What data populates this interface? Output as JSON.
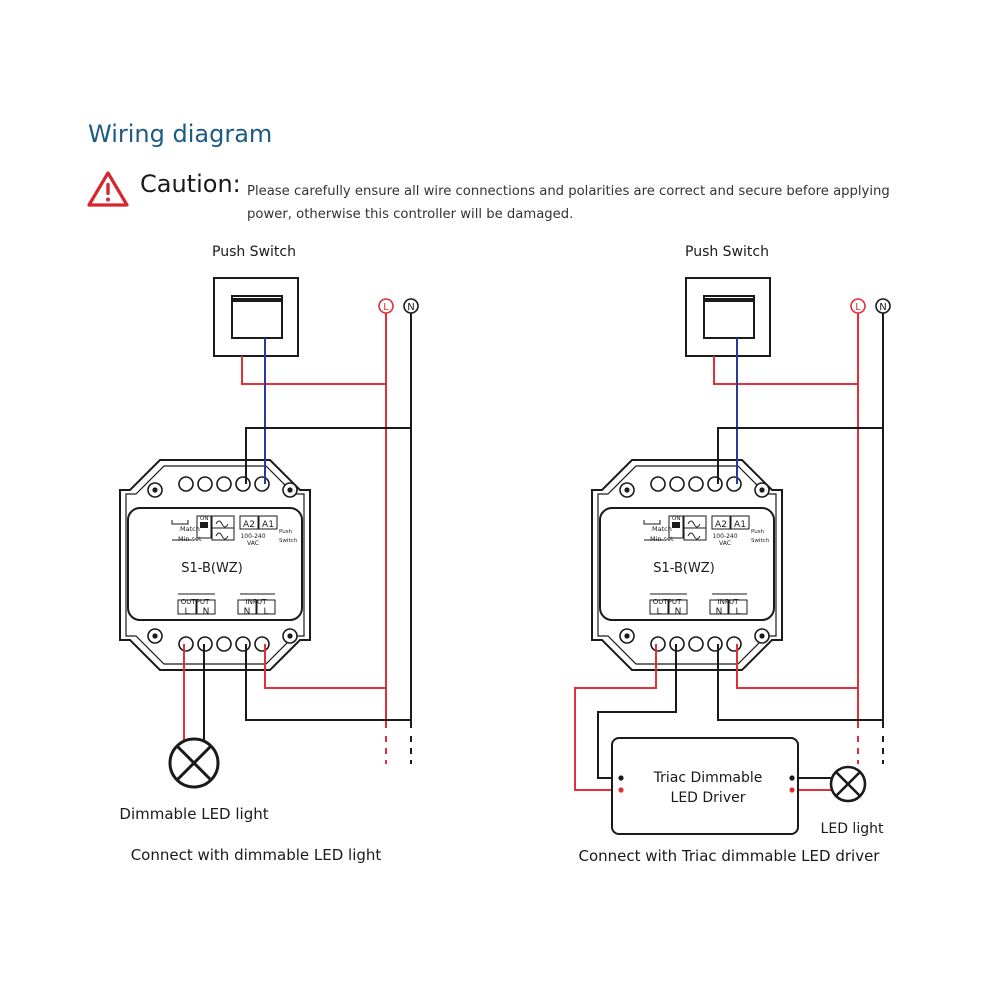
{
  "header": {
    "title": "Wiring diagram",
    "caution_label": "Caution:",
    "caution_text": "Please carefully ensure all wire connections and polarities are correct and secure before applying power, otherwise this controller will be damaged."
  },
  "colors": {
    "live": "#e0313a",
    "switch_wire": "#2a3a9a",
    "neutral": "#111111",
    "title": "#1e5a86"
  },
  "icons": [
    "warning-triangle-icon",
    "lamp-icon"
  ],
  "module": {
    "model": "S1-B(WZ)",
    "match": "Match",
    "minset": "Min set",
    "on": "ON",
    "a2": "A2",
    "a1": "A1",
    "vac": "100-240",
    "vac2": "VAC",
    "push": "Push",
    "switch": "Switch",
    "output": "OUTPUT",
    "input": "INPUT",
    "l": "L",
    "n": "N"
  },
  "left_diagram": {
    "switch_label": "Push Switch",
    "line_l": "L",
    "line_n": "N",
    "load_label": "Dimmable LED light",
    "caption": "Connect with dimmable LED light"
  },
  "right_diagram": {
    "switch_label": "Push Switch",
    "line_l": "L",
    "line_n": "N",
    "driver_line1": "Triac Dimmable",
    "driver_line2": "LED Driver",
    "load_label": "LED light",
    "caption": "Connect with Triac dimmable LED driver"
  }
}
